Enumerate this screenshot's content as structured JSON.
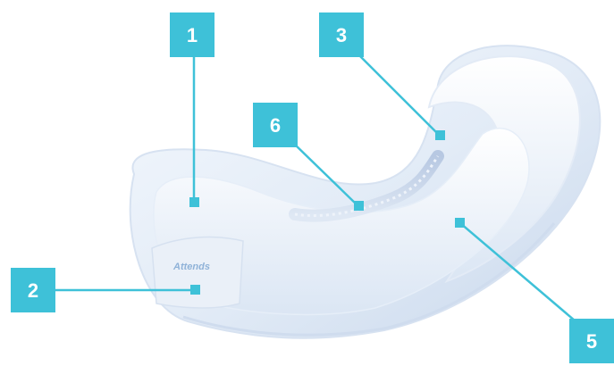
{
  "diagram": {
    "accent_color": "#3ec1d8",
    "product_brand": "Attends",
    "callouts": [
      {
        "id": "1",
        "label": "1"
      },
      {
        "id": "2",
        "label": "2"
      },
      {
        "id": "3",
        "label": "3"
      },
      {
        "id": "5",
        "label": "5"
      },
      {
        "id": "6",
        "label": "6"
      }
    ]
  }
}
